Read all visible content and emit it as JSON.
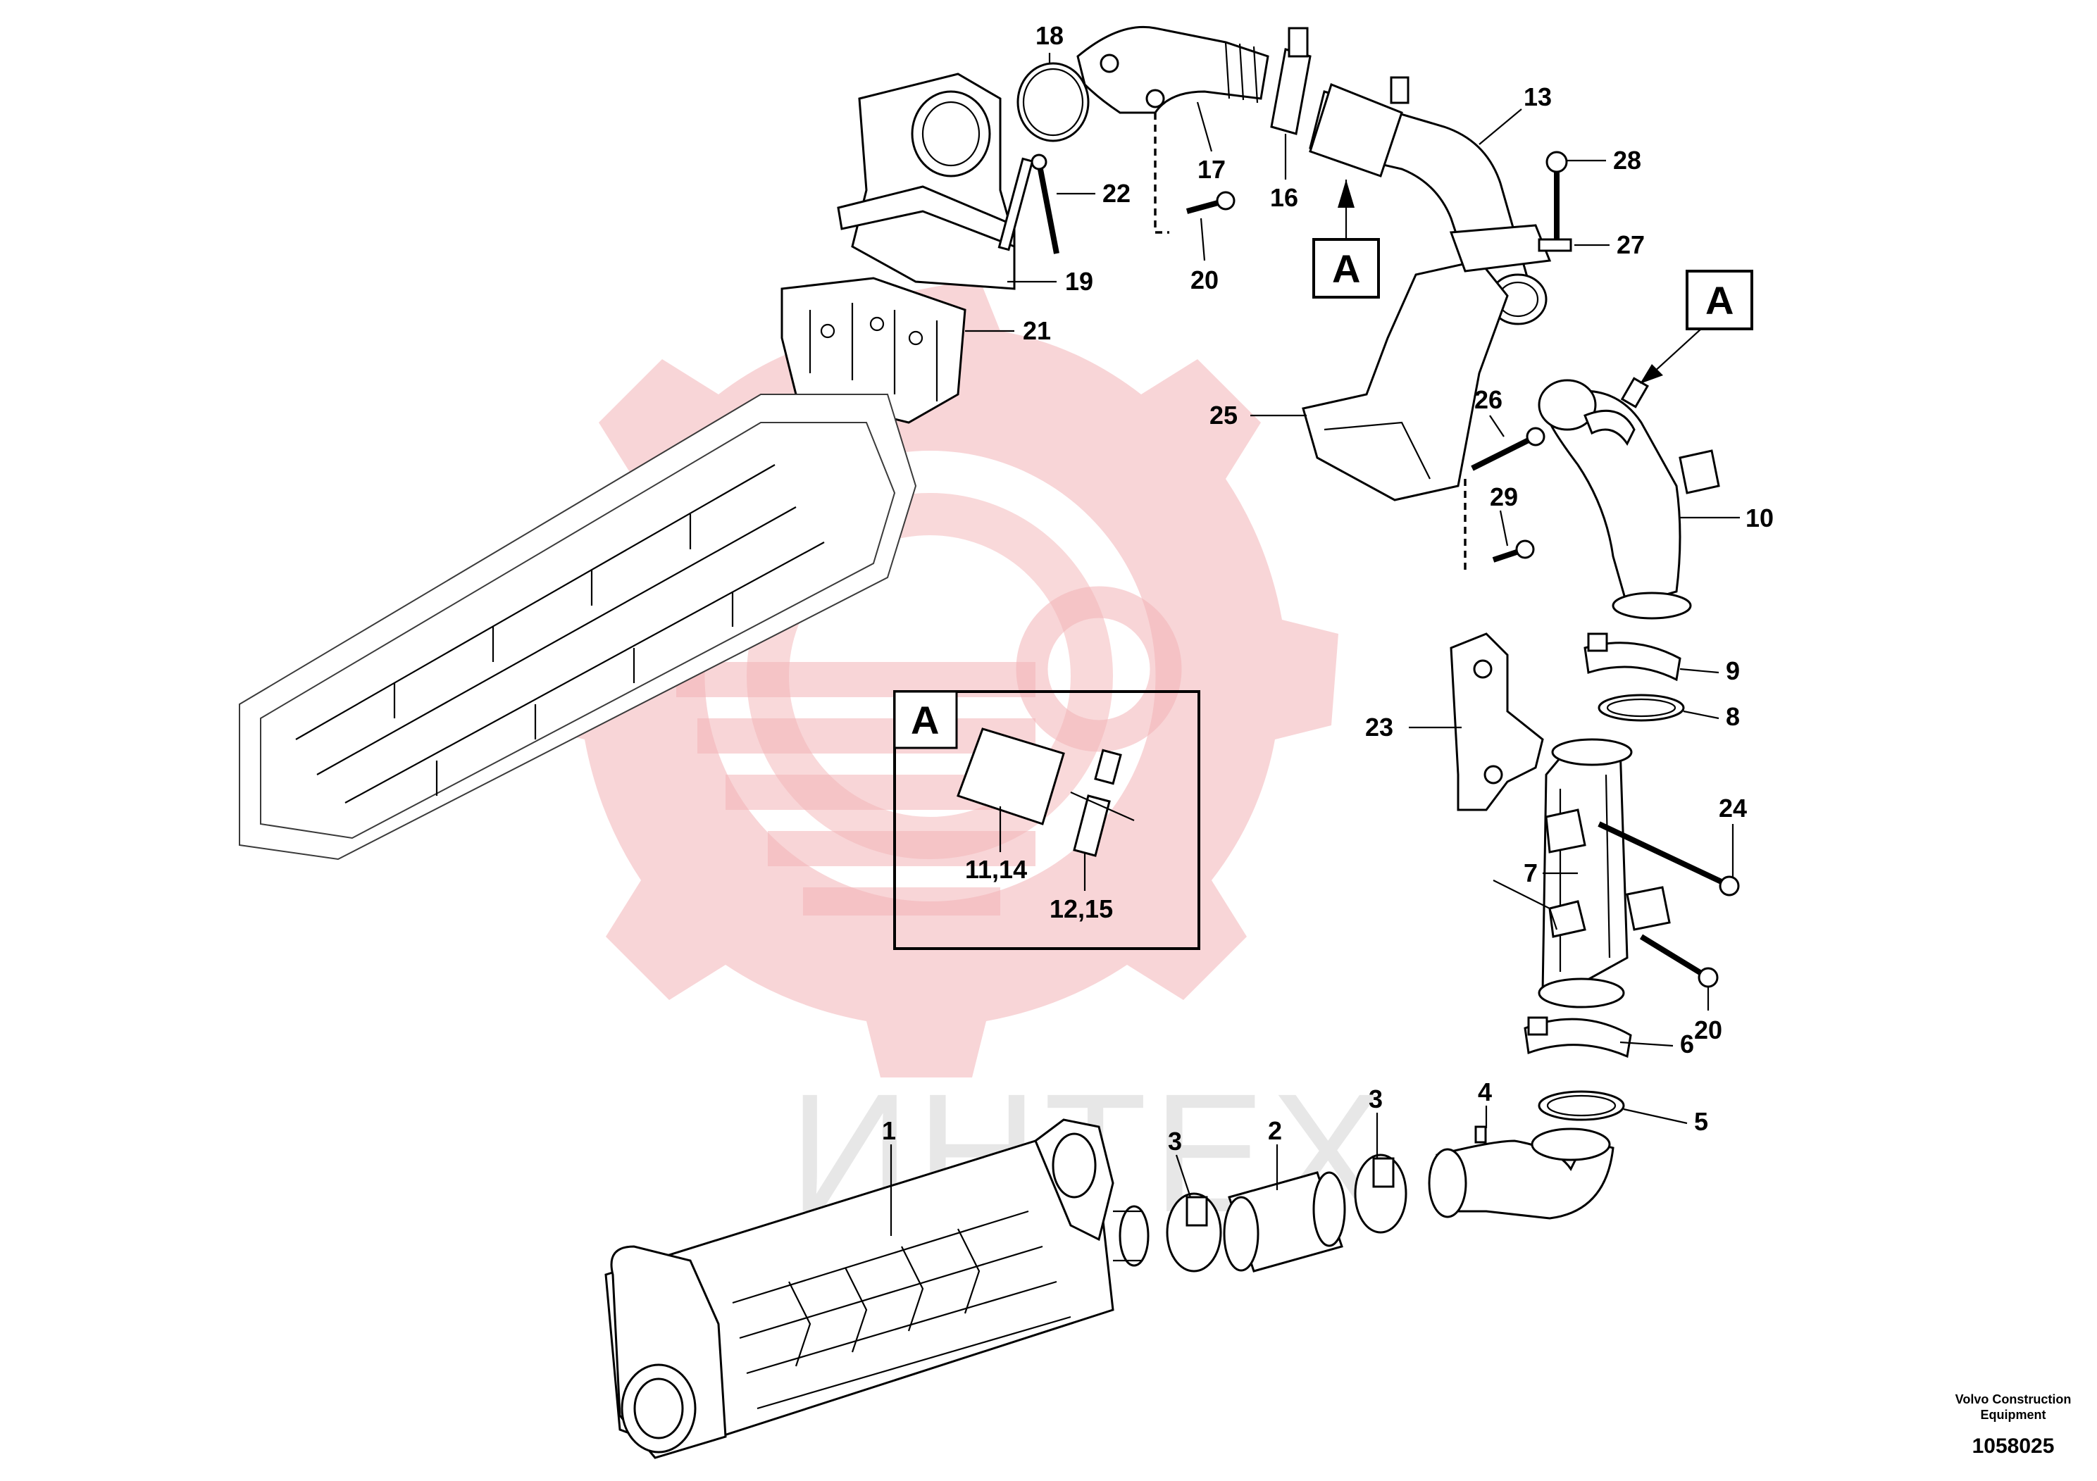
{
  "diagram": {
    "callouts": [
      {
        "id": "1",
        "label": "1"
      },
      {
        "id": "2",
        "label": "2"
      },
      {
        "id": "3a",
        "label": "3"
      },
      {
        "id": "3b",
        "label": "3"
      },
      {
        "id": "4",
        "label": "4"
      },
      {
        "id": "5",
        "label": "5"
      },
      {
        "id": "6",
        "label": "6"
      },
      {
        "id": "7",
        "label": "7"
      },
      {
        "id": "8",
        "label": "8"
      },
      {
        "id": "9",
        "label": "9"
      },
      {
        "id": "10",
        "label": "10"
      },
      {
        "id": "13",
        "label": "13"
      },
      {
        "id": "16",
        "label": "16"
      },
      {
        "id": "17",
        "label": "17"
      },
      {
        "id": "18",
        "label": "18"
      },
      {
        "id": "19",
        "label": "19"
      },
      {
        "id": "20a",
        "label": "20"
      },
      {
        "id": "20b",
        "label": "20"
      },
      {
        "id": "21",
        "label": "21"
      },
      {
        "id": "22",
        "label": "22"
      },
      {
        "id": "23",
        "label": "23"
      },
      {
        "id": "24",
        "label": "24"
      },
      {
        "id": "25",
        "label": "25"
      },
      {
        "id": "26",
        "label": "26"
      },
      {
        "id": "27",
        "label": "27"
      },
      {
        "id": "28",
        "label": "28"
      },
      {
        "id": "29",
        "label": "29"
      },
      {
        "id": "11_14",
        "label": "11,14"
      },
      {
        "id": "12_15",
        "label": "12,15"
      }
    ],
    "reference_markers": {
      "top_marker": "A",
      "right_marker": "A",
      "detail_box": "A"
    }
  },
  "watermark": {
    "text": "ИНТЕХ",
    "color": "#f3b3b6"
  },
  "footer": {
    "brand_line1": "Volvo Construction",
    "brand_line2": "Equipment",
    "figure_id": "1058025"
  }
}
